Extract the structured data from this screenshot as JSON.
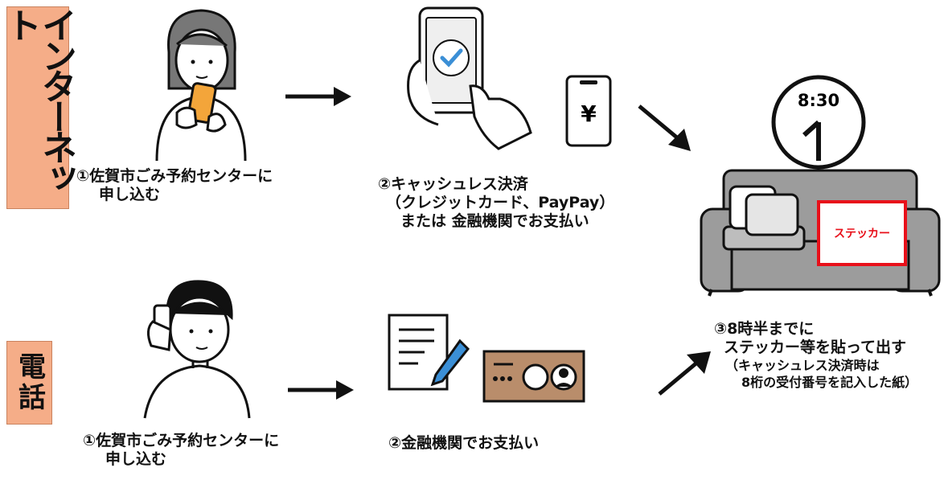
{
  "labels": {
    "internet": "インターネット",
    "phone": "電話"
  },
  "internet_flow": {
    "step1": {
      "line1": "①佐賀市ごみ予約センターに",
      "line2": "申し込む"
    },
    "step2": {
      "line1": "②キャッシュレス決済",
      "line2": "（クレジットカード、PayPay）",
      "line3": "または 金融機関でお支払い"
    }
  },
  "phone_flow": {
    "step1": {
      "line1": "①佐賀市ごみ予約センターに",
      "line2": "申し込む"
    },
    "step2": {
      "line1": "②金融機関でお支払い"
    }
  },
  "final_step": {
    "line1": "③8時半までに",
    "line2": "ステッカー等を貼って出す",
    "line3": "（キャッシュレス決済時は",
    "line4": "8桁の受付番号を記入した紙）"
  },
  "clock": {
    "time": "8:30"
  },
  "sticker": {
    "text": "ステッカー"
  },
  "phone_screen": {
    "symbol": "¥"
  },
  "colors": {
    "label_bg": "#f5ad88",
    "sticker_border": "#e8101a",
    "sticker_text": "#e8101a",
    "sofa": "#9c9c9c",
    "card": "#b98d6b",
    "check": "#3b8fd6"
  }
}
